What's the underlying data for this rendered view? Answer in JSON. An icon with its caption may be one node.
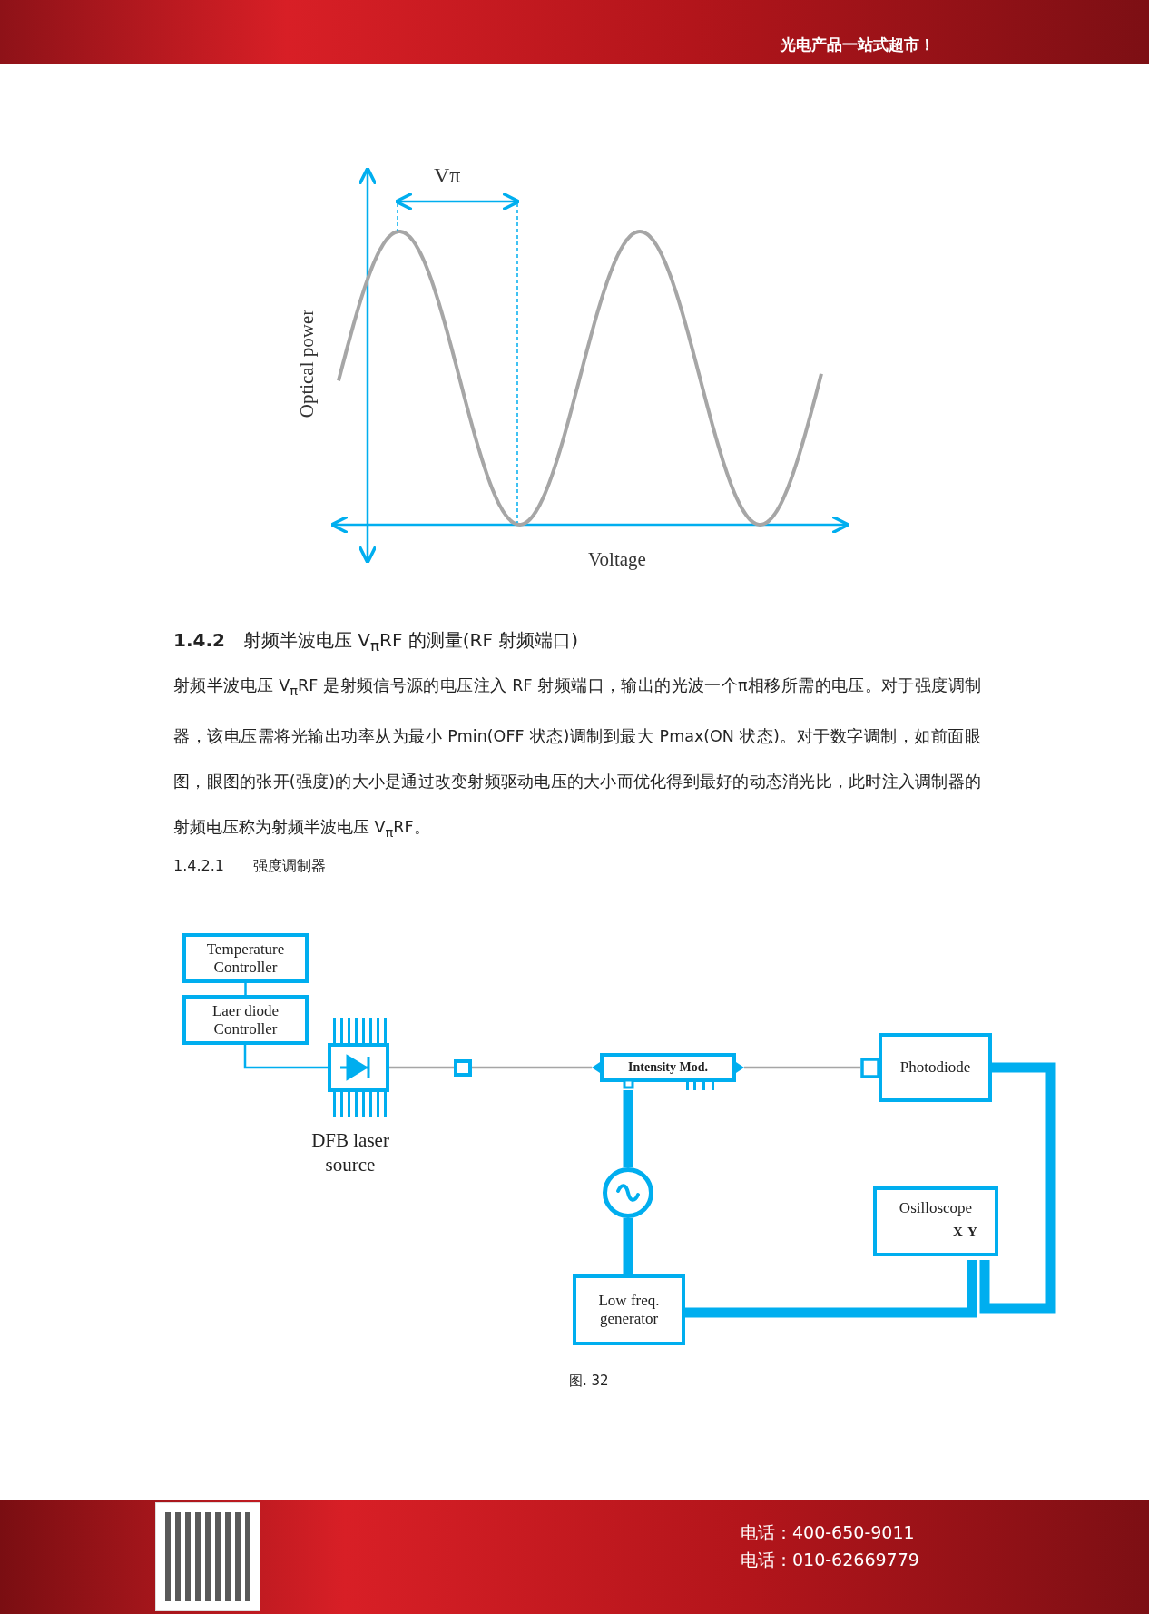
{
  "diagram": {
    "caption": "图. 32",
    "nodes": [
      {
        "text": [
          "Temperature Controller"
        ]
      },
      {
        "text": [
          "Laer diode Controller"
        ]
      },
      {
        "text": [],
        "shape": "picture",
        "beside": [
          "DFB laser source"
        ]
      },
      {
        "text": [],
        "shape": "box"
      },
      {
        "text": [
          "Intensity Mod."
        ]
      },
      {
        "text": [],
        "shape": "circle"
      },
      {
        "text": [
          "Photodiode"
        ]
      },
      {
        "text": [
          "Osilloscope",
          "X",
          "Y"
        ]
      },
      {
        "text": [
          "Low freq. generator"
        ]
      }
    ],
    "edges": [
      {
        "from": 0,
        "to": 1,
        "arrow": "none"
      },
      {
        "from": 1,
        "to": 2,
        "arrow": "none"
      },
      {
        "from": 2,
        "to": 3,
        "arrow": "none",
        "color": "#a6a6a6"
      },
      {
        "from": 3,
        "to": 4,
        "arrow": "none",
        "color": "#a6a6a6"
      },
      {
        "from": 4,
        "to": 6,
        "arrow": "none",
        "color": "#a6a6a6"
      },
      {
        "from": 4,
        "to": 5,
        "arrow": "none",
        "style": "thick"
      },
      {
        "from": 5,
        "to": 8,
        "arrow": "none",
        "style": "thick"
      },
      {
        "from": 8,
        "to": 7,
        "arrow": "none",
        "style": "thick"
      },
      {
        "from": 6,
        "to": 7,
        "arrow": "none",
        "style": "thick"
      }
    ],
    "labels": [
      "光电产品一站式超市！",
      "Vπ",
      "Optical power",
      "Voltage",
      "**1.4.2**　射频半波电压 V$_{π}$RF 的测量(RF 射频端口)",
      "射频半波电压 V$_{π}$RF 是射频信号源的电压注入 RF 射频端口，输出的光波一个π相移所需的电压。对于强度调制器，该电压需将光输出功率从为最小 Pmin(OFF 状态)调制到最大 Pmax(ON 状态)。对于数字调制，如前面眼图，眼图的张开(强度)的大小是通过改变射频驱动电压的大小而优化得到最好的动态消光比，此时注入调制器的射频电压称为射频半波电压 V$_{π}$RF。",
      "1.4.2.1　　强度调制器",
      "电话：400-650-9011",
      "电话：010-62669779"
    ]
  }
}
